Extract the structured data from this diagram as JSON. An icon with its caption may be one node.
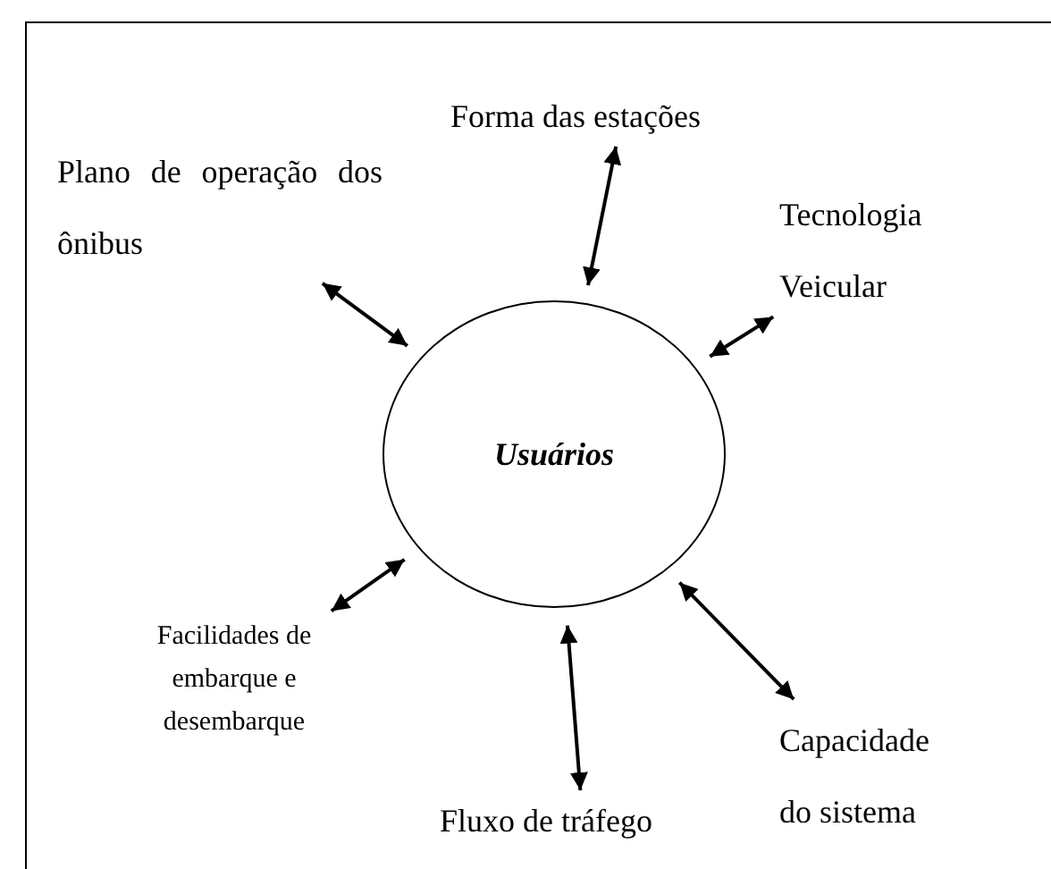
{
  "diagram": {
    "nodes": [
      {
        "text": [
          "Forma das estações"
        ]
      },
      {
        "text": [
          "Plano de operação dos ônibus"
        ]
      },
      {
        "text": [
          "Tecnologia Veicular"
        ]
      },
      {
        "text": [
          "Usuários"
        ]
      },
      {
        "text": [
          "Facilidades de embarque e desembarque"
        ]
      },
      {
        "text": [
          "Capacidade do sistema"
        ]
      },
      {
        "text": [
          "Fluxo de tráfego"
        ]
      }
    ],
    "edges": [
      {
        "from": 3,
        "to": 0,
        "arrow": "both"
      },
      {
        "from": 3,
        "to": 1,
        "arrow": "both"
      },
      {
        "from": 3,
        "to": 2,
        "arrow": "both"
      },
      {
        "from": 3,
        "to": 4,
        "arrow": "both"
      },
      {
        "from": 3,
        "to": 5,
        "arrow": "both"
      },
      {
        "from": 3,
        "to": 6,
        "arrow": "both"
      }
    ]
  }
}
